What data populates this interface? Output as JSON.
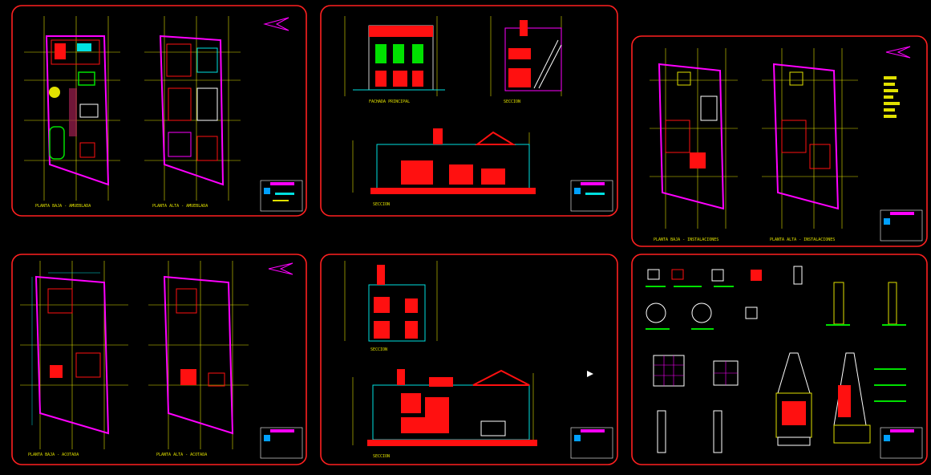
{
  "sheets": [
    {
      "id": "s1",
      "titles": [
        "PLANTA BAJA - AMUEBLADA",
        "PLANTA ALTA - AMUEBLADA"
      ]
    },
    {
      "id": "s2",
      "titles": [
        "FACHADA PRINCIPAL",
        "SECCION",
        "SECCION"
      ]
    },
    {
      "id": "s3",
      "titles": [
        "PLANTA BAJA - INSTALACIONES",
        "PLANTA ALTA - INSTALACIONES"
      ]
    },
    {
      "id": "s4",
      "titles": [
        "PLANTA BAJA - ACOTADA",
        "PLANTA ALTA - ACOTADA"
      ]
    },
    {
      "id": "s5",
      "titles": [
        "SECCION",
        "SECCION"
      ]
    },
    {
      "id": "s6",
      "titles": []
    }
  ],
  "colors": {
    "background": "#000000",
    "sheet_border": "#ff2020",
    "grid_axis": "#e0e000",
    "walls": "#ff00ff",
    "dimension": "#00e0e0",
    "fill_red": "#ff1010",
    "fill_green": "#00e000",
    "white": "#ffffff",
    "title_block": "#00a0ff"
  }
}
